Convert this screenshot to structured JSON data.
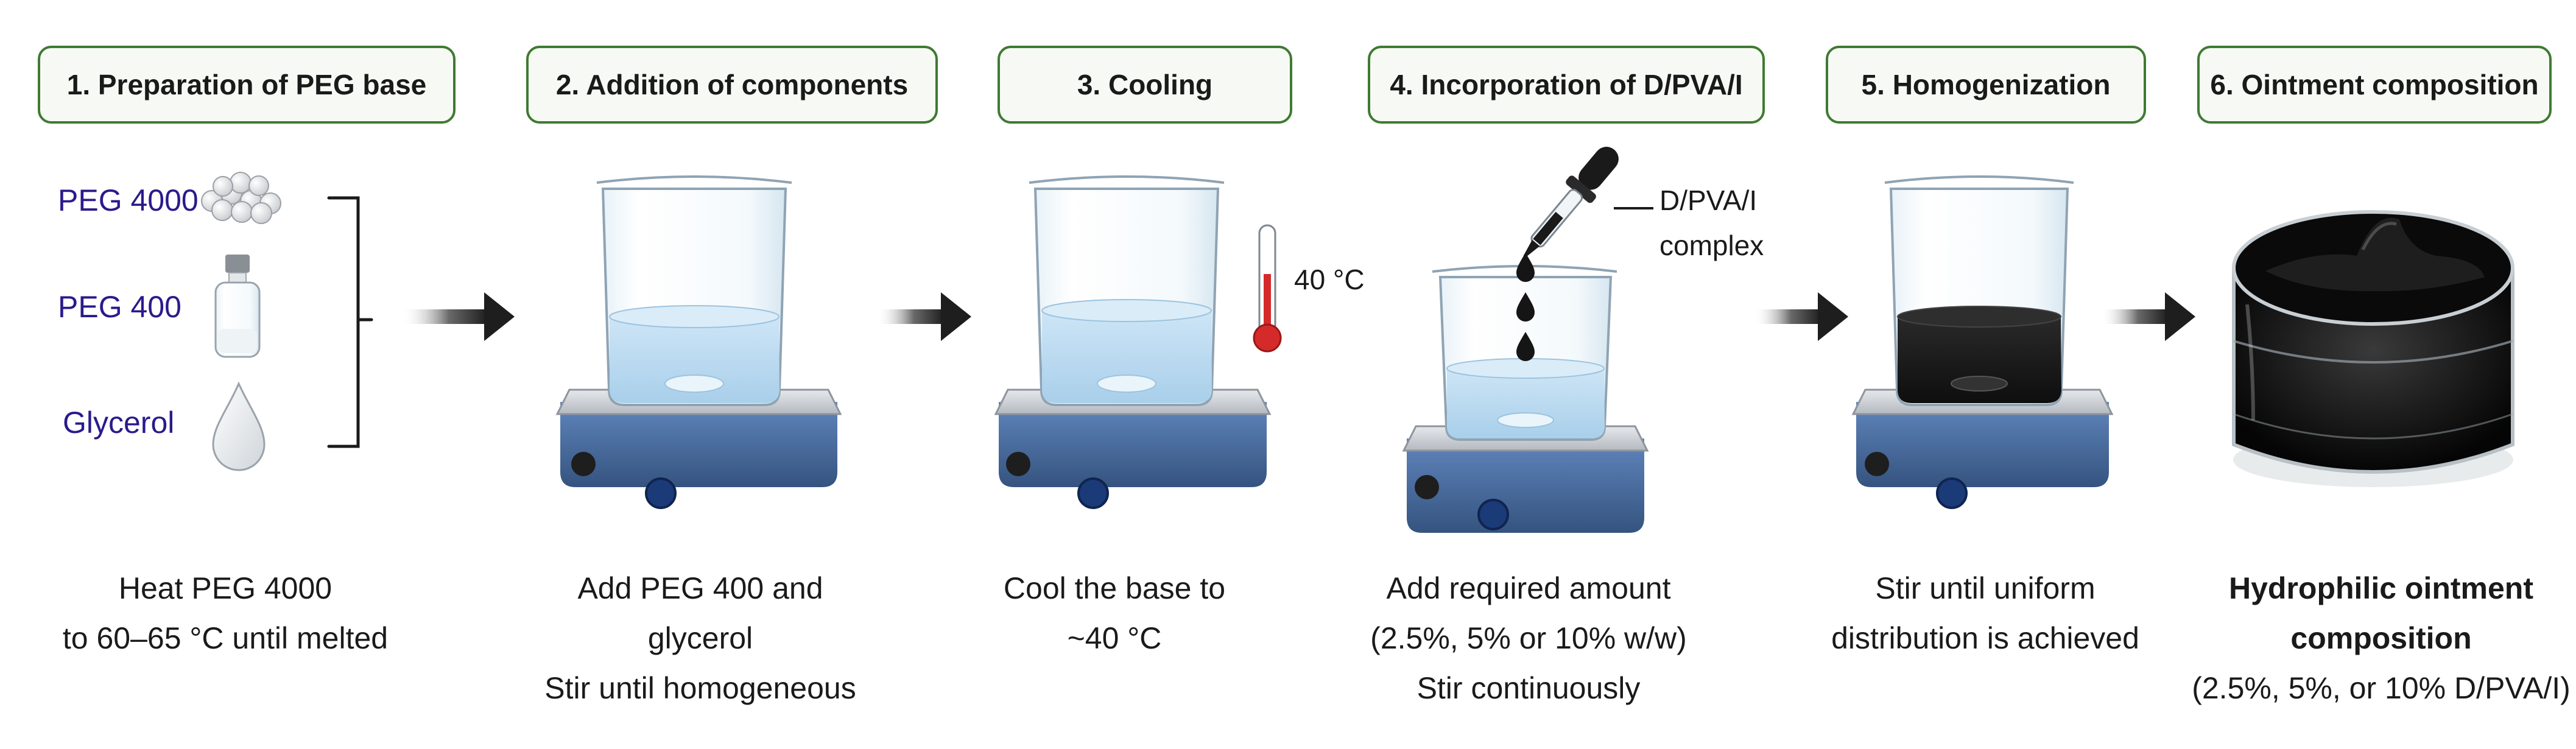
{
  "steps": [
    {
      "header": "1. Preparation of PEG base",
      "caption": [
        "Heat PEG 4000",
        "to 60–65 °C until melted"
      ]
    },
    {
      "header": "2. Addition of components",
      "caption": [
        "Add PEG 400 and",
        "glycerol",
        "Stir until homogeneous"
      ]
    },
    {
      "header": "3. Cooling",
      "caption": [
        "Cool the base to",
        "~40 °C"
      ]
    },
    {
      "header": "4. Incorporation of D/PVA/I",
      "caption": [
        "Add required amount",
        "(2.5%, 5% or 10% w/w)",
        "Stir continuously"
      ]
    },
    {
      "header": "5. Homogenization",
      "caption": [
        "Stir until uniform",
        "distribution is achieved"
      ]
    },
    {
      "header": "6. Ointment composition",
      "caption": [
        "Hydrophilic ointment",
        "composition",
        "(2.5%, 5%, or 10% D/PVA/I)"
      ]
    }
  ],
  "ingredients": [
    "PEG 4000",
    "PEG 400",
    "Glycerol"
  ],
  "thermometer_label": "40 °C",
  "dropper_label": [
    "D/PVA/I",
    "complex"
  ],
  "colors": {
    "header_border": "#3f7a32",
    "ingredient_text": "#2a1a8c",
    "liquid_clear": "#bcd9f0",
    "liquid_dark": "#1c1c1c",
    "stirrer_body": "#4a6fa5",
    "thermometer_red": "#d42a2a"
  }
}
